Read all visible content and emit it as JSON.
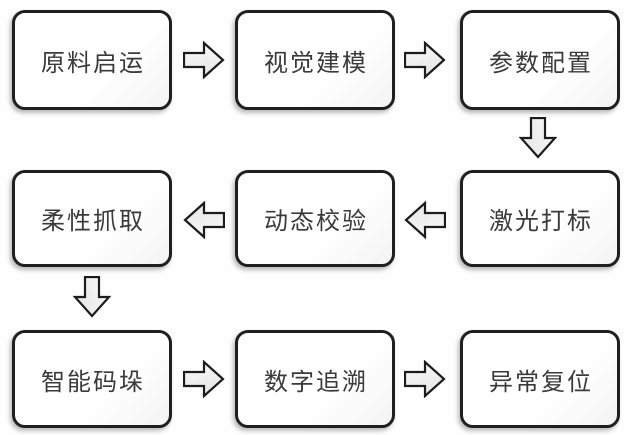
{
  "flowchart": {
    "nodes": [
      {
        "label": "原料启运"
      },
      {
        "label": "视觉建模"
      },
      {
        "label": "参数配置"
      },
      {
        "label": "柔性抓取"
      },
      {
        "label": "动态校验"
      },
      {
        "label": "激光打标"
      },
      {
        "label": "智能码垛"
      },
      {
        "label": "数字追溯"
      },
      {
        "label": "异常复位"
      }
    ],
    "arrows": [
      {
        "from": "原料启运",
        "to": "视觉建模",
        "direction": "right"
      },
      {
        "from": "视觉建模",
        "to": "参数配置",
        "direction": "right"
      },
      {
        "from": "参数配置",
        "to": "激光打标",
        "direction": "down"
      },
      {
        "from": "激光打标",
        "to": "动态校验",
        "direction": "left"
      },
      {
        "from": "动态校验",
        "to": "柔性抓取",
        "direction": "left"
      },
      {
        "from": "柔性抓取",
        "to": "智能码垛",
        "direction": "down"
      },
      {
        "from": "智能码垛",
        "to": "数字追溯",
        "direction": "right"
      },
      {
        "from": "数字追溯",
        "to": "异常复位",
        "direction": "right"
      }
    ],
    "colors": {
      "node_border": "#1f1f1f",
      "node_fill": "#ffffff",
      "arrow_stroke": "#1c1c1c",
      "arrow_fill_light": "#fbfbfb",
      "arrow_fill_dark": "#e7e7e7",
      "text": "#3a3a3a",
      "background": "#fefefe"
    }
  }
}
